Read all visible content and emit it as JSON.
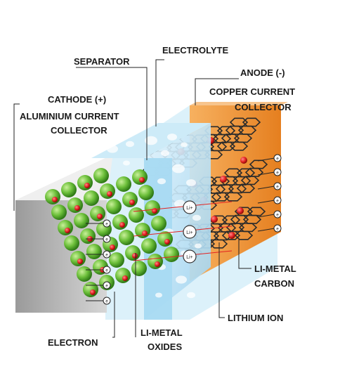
{
  "labels": {
    "separator": "SEPARATOR",
    "electrolyte": "ELECTROLYTE",
    "anode": "ANODE (-)",
    "copper_1": "COPPER CURRENT",
    "copper_2": "COLLECTOR",
    "cathode": "CATHODE (+)",
    "aluminium_1": "ALUMINIUM CURRENT",
    "aluminium_2": "COLLECTOR",
    "li_metal_carbon_1": "LI-METAL",
    "li_metal_carbon_2": "CARBON",
    "lithium_ion": "LITHIUM ION",
    "li_metal_oxides_1": "LI-METAL",
    "li_metal_oxides_2": "OXIDES",
    "electron": "ELECTRON"
  },
  "ion_symbol": "Li+",
  "electron_symbol": "e",
  "colors": {
    "aluminium": "#c8c8c8",
    "copper": "#f39a3c",
    "separator": "#bfe3f5",
    "electrolyte": "#d6eef9",
    "cathode_sphere": "#6cbf3a",
    "ion_red": "#e32222",
    "graphite": "#2b2b2b"
  }
}
